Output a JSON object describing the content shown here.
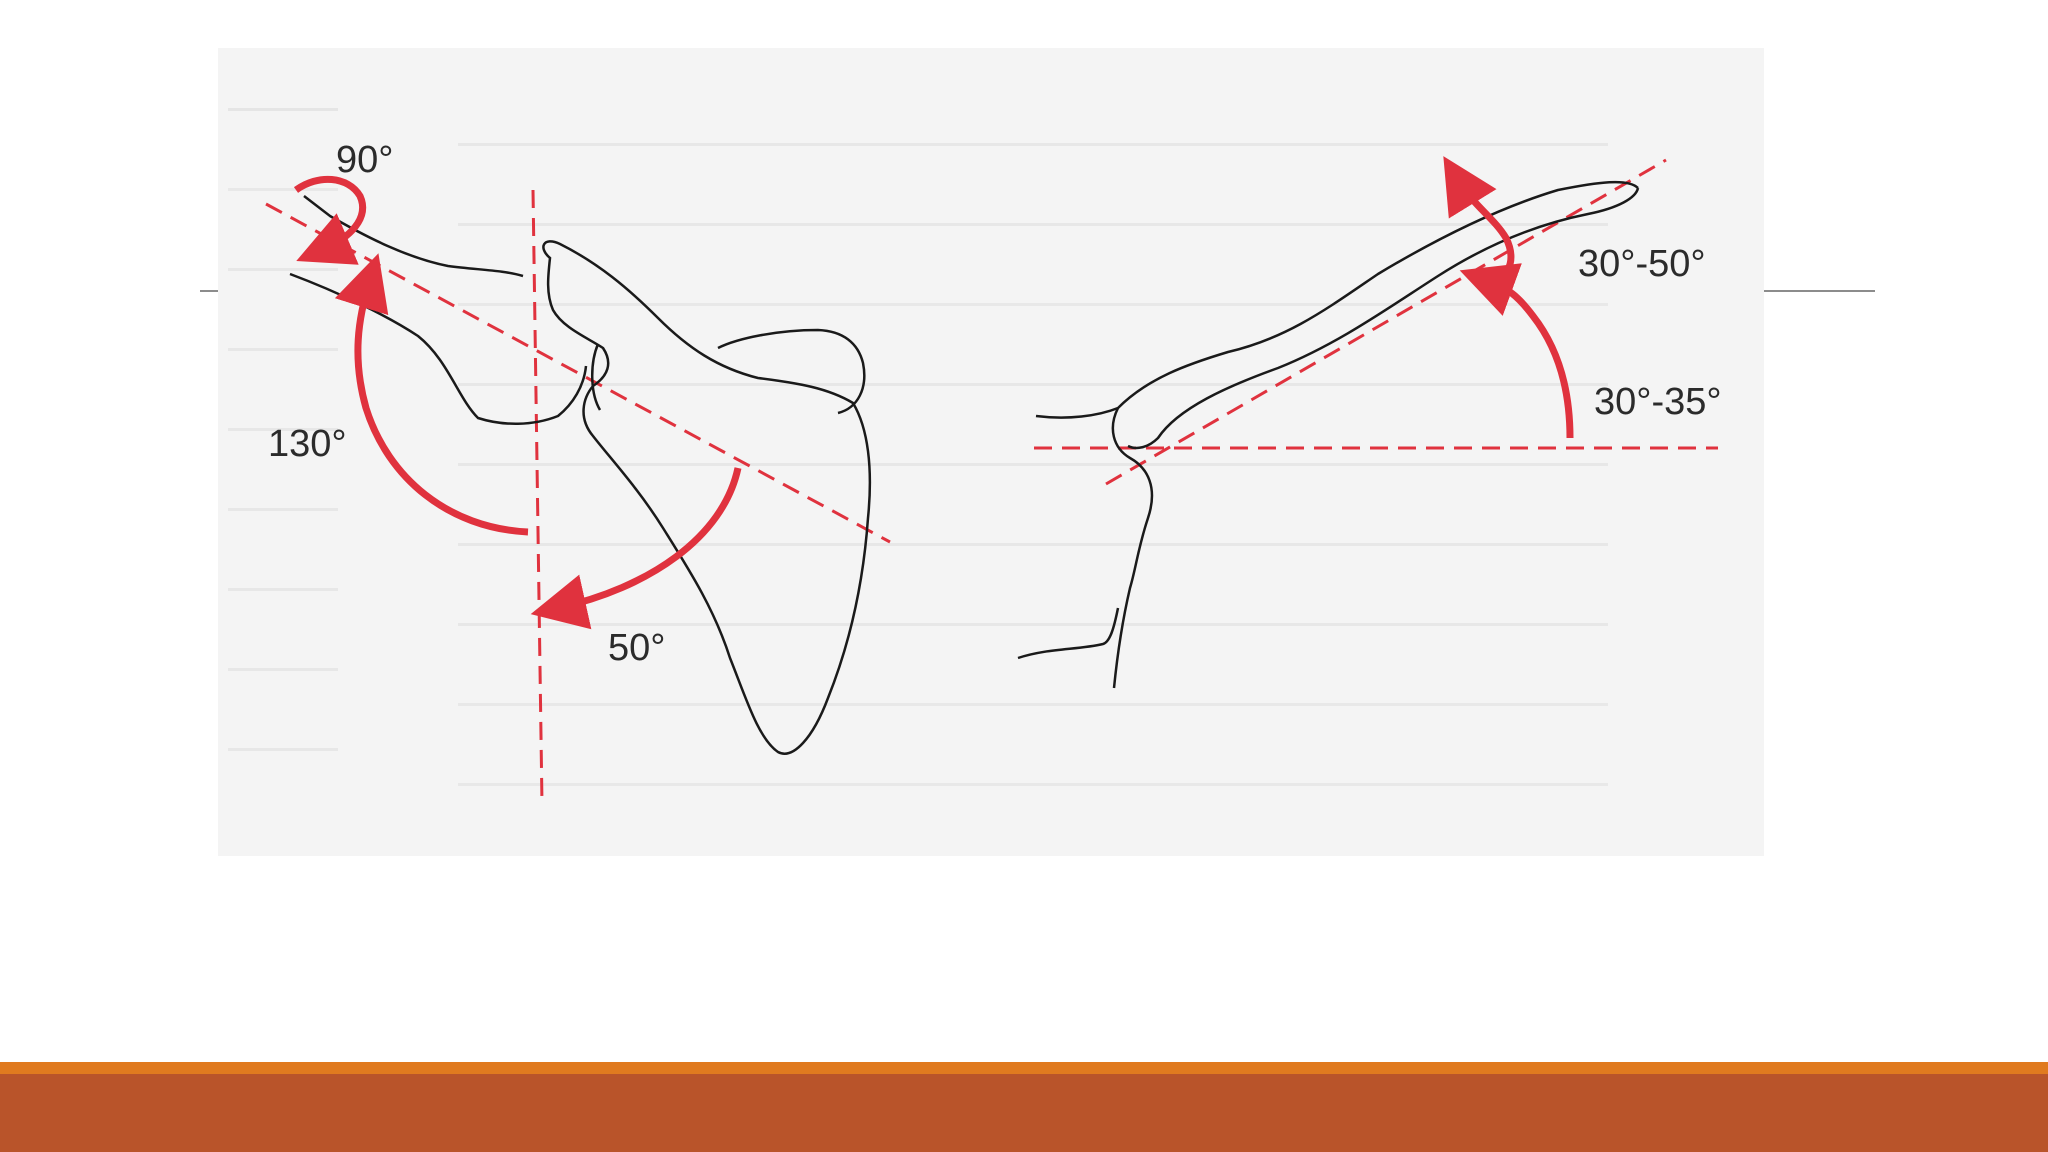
{
  "figure": {
    "labels": {
      "elevation_rotation": "90°",
      "elevation_arc": "130°",
      "scapula_rotation": "50°",
      "clavicle_rotation": "30°-50°",
      "clavicle_elevation": "30°-35°"
    },
    "colors": {
      "arrow": "#e0323e",
      "bone_outline": "#1a1a1a",
      "background_scan": "#f4f4f4"
    }
  },
  "theme": {
    "footer_accent": "#e07a1f",
    "footer_bar": "#b9542a",
    "rule": "#8c8c8c"
  }
}
